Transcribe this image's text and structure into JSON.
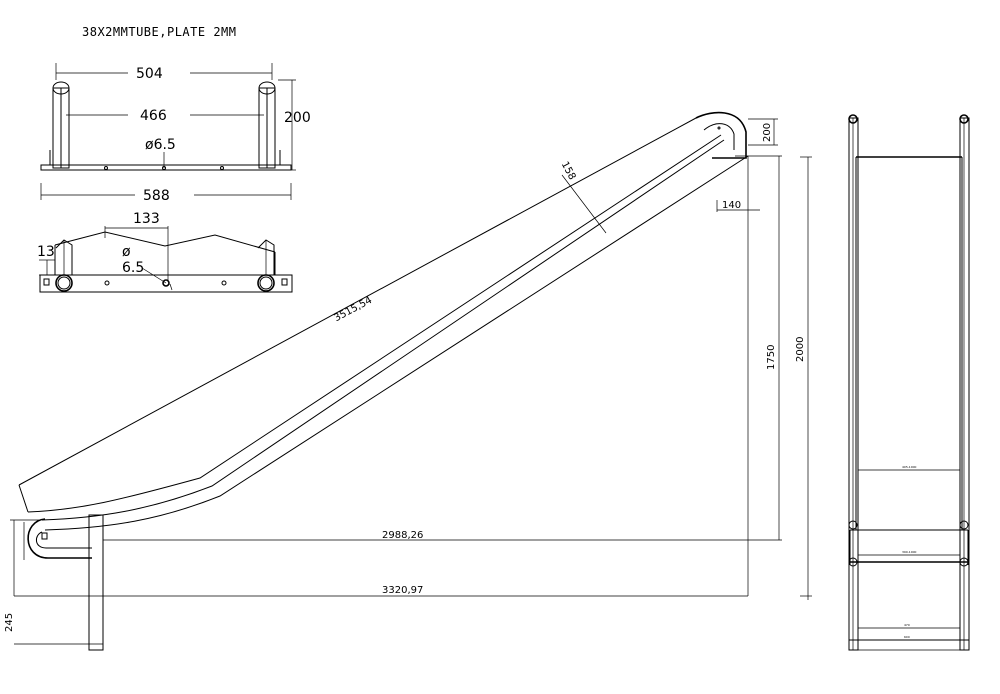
{
  "note": "38X2MMTUBE,PLATE 2MM",
  "front_view": {
    "outer_width": "504",
    "inner_width": "466",
    "height": "200",
    "hole_dia": "ø6.5",
    "plate_length": "588"
  },
  "top_view": {
    "offset": "133",
    "edge": "13",
    "hole_symbol": "ø",
    "hole_value": "6.5"
  },
  "side_view": {
    "slide_length": "3515,54",
    "bed_width": "158",
    "top_height": "200",
    "rail_height": "140",
    "vertical_height": "1750",
    "total_height": "2000",
    "horizontal_run": "2988,26",
    "total_run": "3320,97",
    "exit_height": "245"
  },
  "end_view": {
    "tiny_labels": [
      "405-1000",
      "390-1000",
      "470",
      "600"
    ]
  }
}
